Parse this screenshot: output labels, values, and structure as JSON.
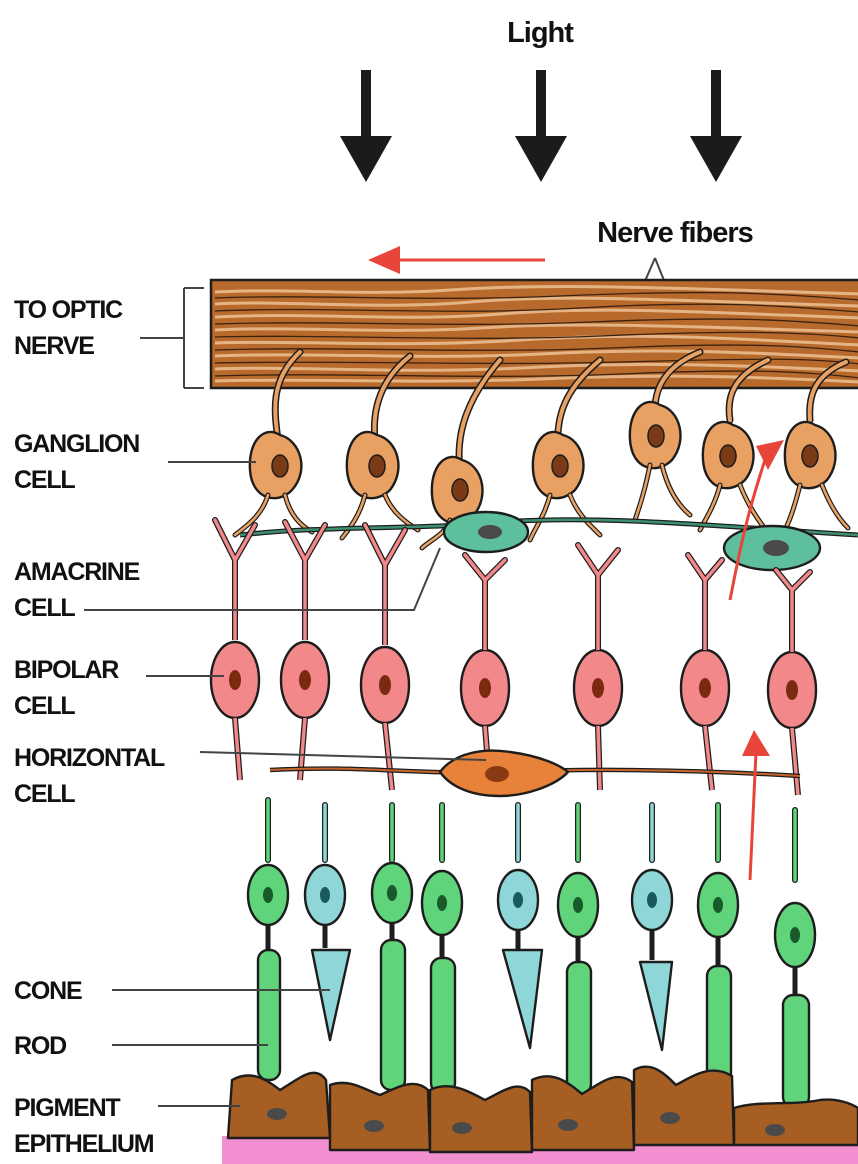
{
  "labels": {
    "light": "Light",
    "nerve_fibers": "Nerve fibers",
    "to_optic_nerve": [
      "TO OPTIC",
      "NERVE"
    ],
    "ganglion_cell": [
      "GANGLION",
      "CELL"
    ],
    "amacrine_cell": [
      "AMACRINE",
      "CELL"
    ],
    "bipolar_cell": [
      "BIPOLAR",
      "CELL"
    ],
    "horizontal_cell": [
      "HORIZONTAL",
      "CELL"
    ],
    "cone": "CONE",
    "rod": "ROD",
    "pigment_epithelium": [
      "PIGMENT",
      "EPITHELIUM"
    ]
  },
  "colors": {
    "nerve_fiber": "#b86a2c",
    "nerve_fiber_streak": "#e7b98a",
    "ganglion": "#e9a163",
    "amacrine": "#5dbf9c",
    "bipolar": "#f3888a",
    "horizontal": "#e8823a",
    "rod": "#5fd47a",
    "cone": "#8fd6d8",
    "pigment": "#a65e22",
    "membrane": "#f28fd0",
    "signal_arrow": "#e8453a",
    "light_arrow": "#1b1b1b"
  },
  "icons": {
    "light_arrow": "arrow-down-icon",
    "signal_arrow": "arrow-up-icon"
  }
}
